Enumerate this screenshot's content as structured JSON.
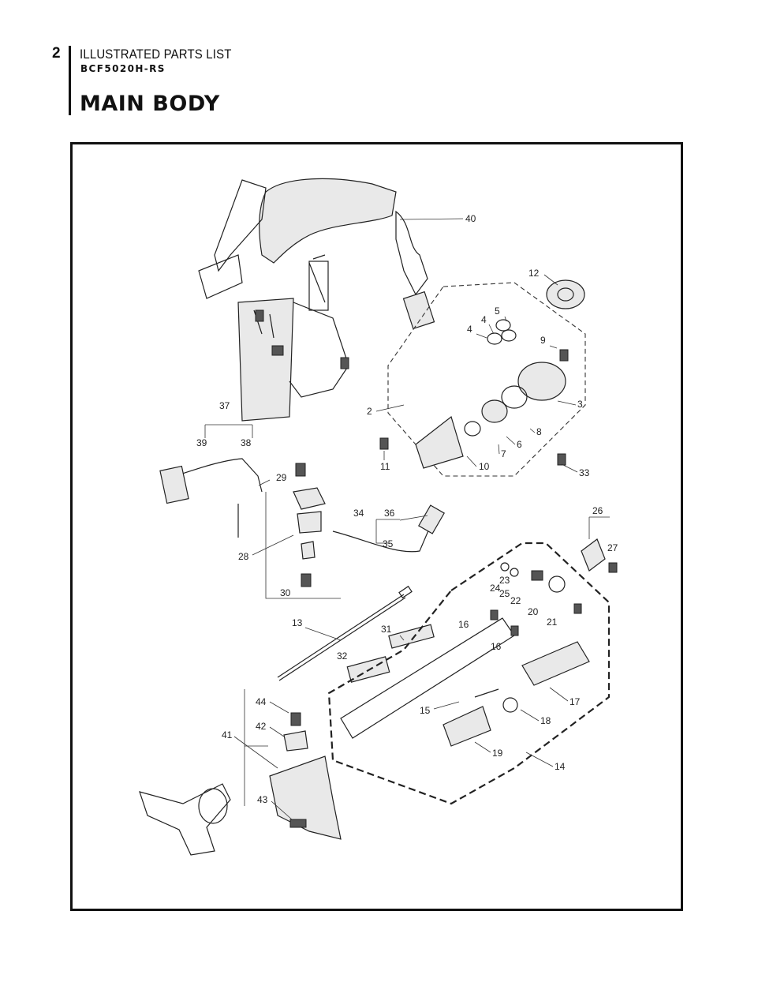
{
  "header": {
    "page_number": "2",
    "section": "ILLUSTRATED PARTS LIST",
    "model": "BCF5020H-RS",
    "title": "MAIN BODY"
  },
  "callouts": [
    "40",
    "12",
    "5",
    "4",
    "4",
    "9",
    "2",
    "3",
    "8",
    "6",
    "7",
    "10",
    "11",
    "33",
    "37",
    "39",
    "38",
    "29",
    "28",
    "30",
    "34",
    "36",
    "35",
    "26",
    "27",
    "23",
    "24",
    "25",
    "22",
    "20",
    "21",
    "13",
    "31",
    "16",
    "16",
    "32",
    "15",
    "17",
    "18",
    "19",
    "14",
    "44",
    "42",
    "41",
    "43"
  ]
}
